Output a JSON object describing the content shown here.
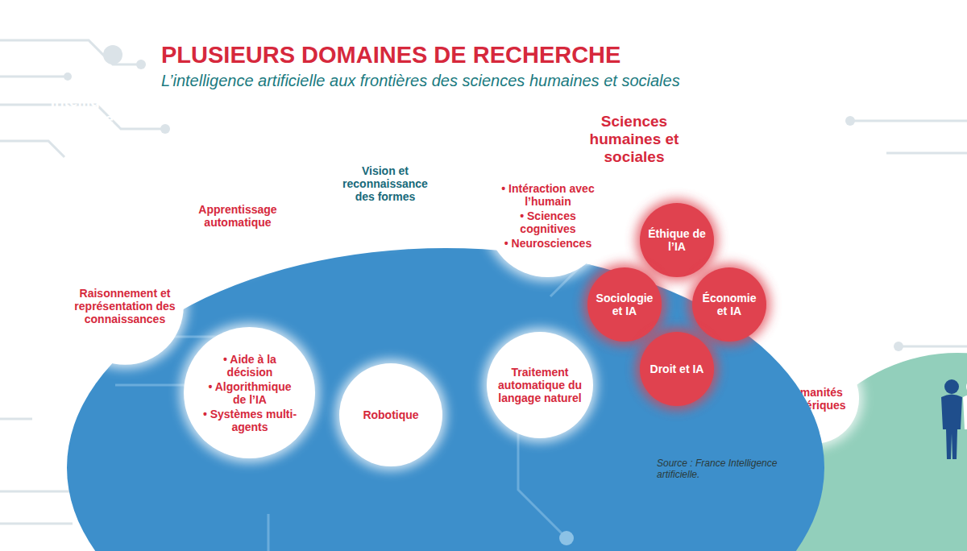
{
  "diagram": {
    "title": "PLUSIEURS DOMAINES DE RECHERCHE",
    "caption": "Source : France Intelligence artificielle.",
    "nodes": [
      {
        "text": [
          "Intelligence artificielle (IA)"
        ]
      },
      {
        "text": [
          "Sciences humaines et sociales"
        ]
      },
      {
        "text": [
          "Raisonnement et représentation des connaissances"
        ],
        "in": 0
      },
      {
        "text": [
          "Apprentissage automatique"
        ],
        "in": 0
      },
      {
        "text": [
          "Vision et reconnaissance des formes"
        ],
        "in": 0
      },
      {
        "text": [
          "• Intéraction avec l’humain",
          "• Sciences cognitives",
          "• Neurosciences"
        ],
        "in": 0
      },
      {
        "text": [
          "• Aide à la décision",
          "• Algorithmique de l’IA",
          "• Systèmes multi-agents"
        ],
        "in": 0
      },
      {
        "text": [
          "Robotique"
        ],
        "in": 0
      },
      {
        "text": [
          "Traitement automatique du langage naturel"
        ],
        "in": 0
      },
      {
        "text": [
          "Éthique de l’IA"
        ],
        "in": 0
      },
      {
        "text": [
          "Sociologie et IA"
        ],
        "in": 0
      },
      {
        "text": [
          "Économie et IA"
        ],
        "in": 0
      },
      {
        "text": [
          "Droit et IA"
        ],
        "in": 0
      },
      {
        "text": [
          "Humanités numériques"
        ],
        "in": 1
      }
    ],
    "labels": [
      "L’intelligence artificielle aux frontières des sciences humaines et sociales"
    ]
  }
}
